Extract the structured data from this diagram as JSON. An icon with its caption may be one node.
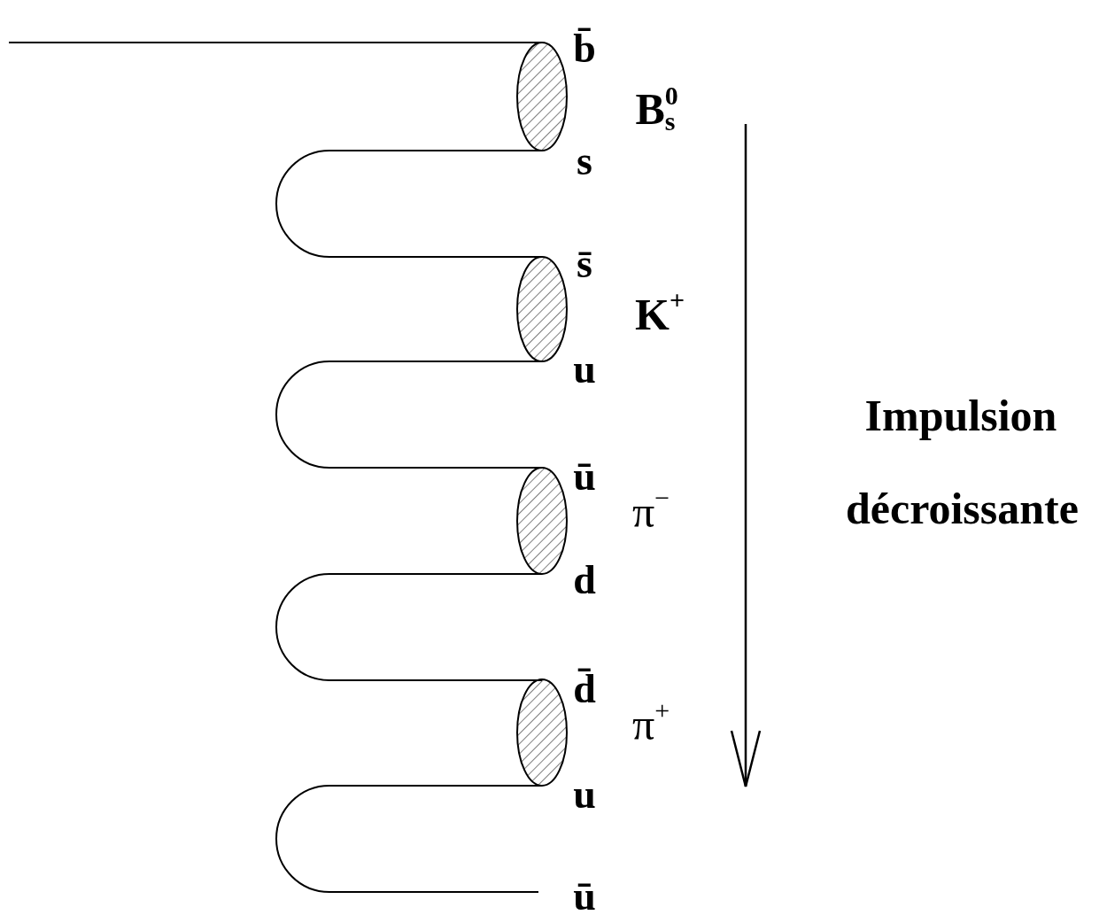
{
  "diagram": {
    "labels": [
      "b̄",
      "B$^{0}$$_{s}$",
      "s",
      "s̄",
      "K$^{+}$",
      "u",
      "Impulsion décroissante",
      "ū",
      "π$^{−}$",
      "d",
      "d̄",
      "π$^{+}$",
      "u",
      "ū"
    ]
  }
}
